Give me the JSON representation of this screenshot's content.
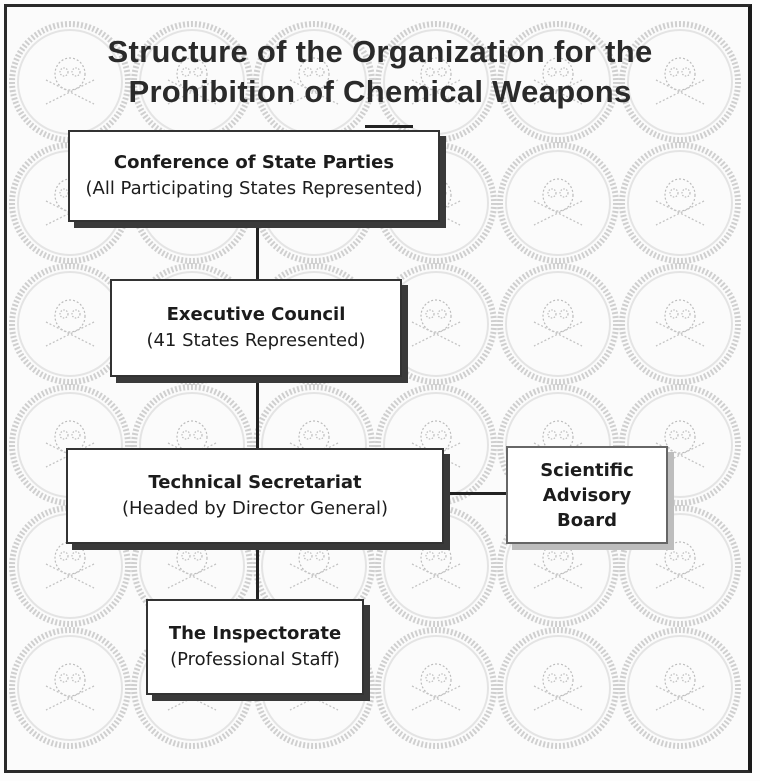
{
  "title": {
    "line1": "Structure of the Organization for the",
    "line2": "Prohibition of Chemical Weapons"
  },
  "nodes": {
    "conference": {
      "name": "Conference of State Parties",
      "sub": "(All Participating States Represented)"
    },
    "executive": {
      "name": "Executive Council",
      "sub": "(41 States Represented)"
    },
    "technical": {
      "name": "Technical Secretariat",
      "sub": "(Headed by Director General)"
    },
    "scientific": {
      "line1": "Scientific",
      "line2": "Advisory",
      "line3": "Board"
    },
    "inspectorate": {
      "name": "The Inspectorate",
      "sub": "(Professional Staff)"
    }
  },
  "background": {
    "icon": "skull-crossbones-icon",
    "ring_color": "#cfcfcf"
  }
}
